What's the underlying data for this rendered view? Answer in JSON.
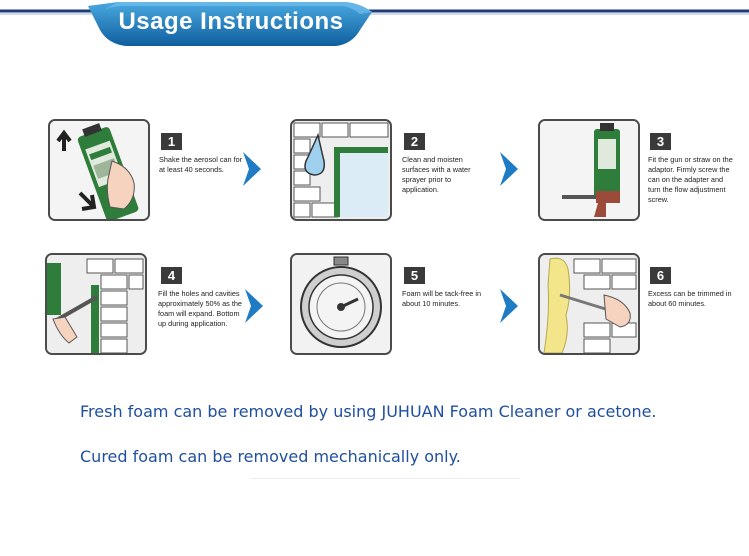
{
  "header": {
    "title": "Usage Instructions"
  },
  "steps": [
    {
      "number": "1",
      "text": "Shake the aerosol can for at least 40 seconds."
    },
    {
      "number": "2",
      "text": "Clean and moisten surfaces with a water sprayer prior to application."
    },
    {
      "number": "3",
      "text": "Fit the gun or straw on the adaptor. Firmly screw the can on the adapter and turn the flow adjustment screw."
    },
    {
      "number": "4",
      "text": "Fill the holes and cavities approximately 50% as the foam will expand. Bottom up during application."
    },
    {
      "number": "5",
      "text": "Foam will be tack-free in about 10 minutes."
    },
    {
      "number": "6",
      "text": "Excess can be trimmed in about 60 minutes."
    }
  ],
  "notes": {
    "line1": "Fresh foam can be removed by using JUHUAN Foam Cleaner or acetone.",
    "line2": "Cured foam can be removed mechanically only."
  },
  "colors": {
    "header_blue": "#1d7fc0",
    "arrow_blue": "#1f7cc4",
    "note_blue": "#1f4f9e",
    "can_green": "#2e7d3a"
  },
  "icons": [
    "shake-can-illustration",
    "water-drop-illustration",
    "foam-gun-illustration",
    "filling-cavity-illustration",
    "stopwatch-illustration",
    "trim-foam-illustration"
  ]
}
